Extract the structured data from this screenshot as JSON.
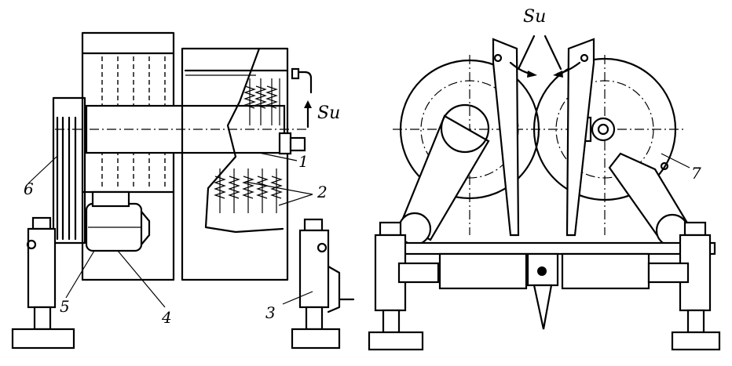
{
  "labels": {
    "l1": "1",
    "l2": "2",
    "l3": "3",
    "l4": "4",
    "l5": "5",
    "l6": "6",
    "l7": "7"
  },
  "flow": {
    "left_view": "Su",
    "right_view": "Su"
  }
}
